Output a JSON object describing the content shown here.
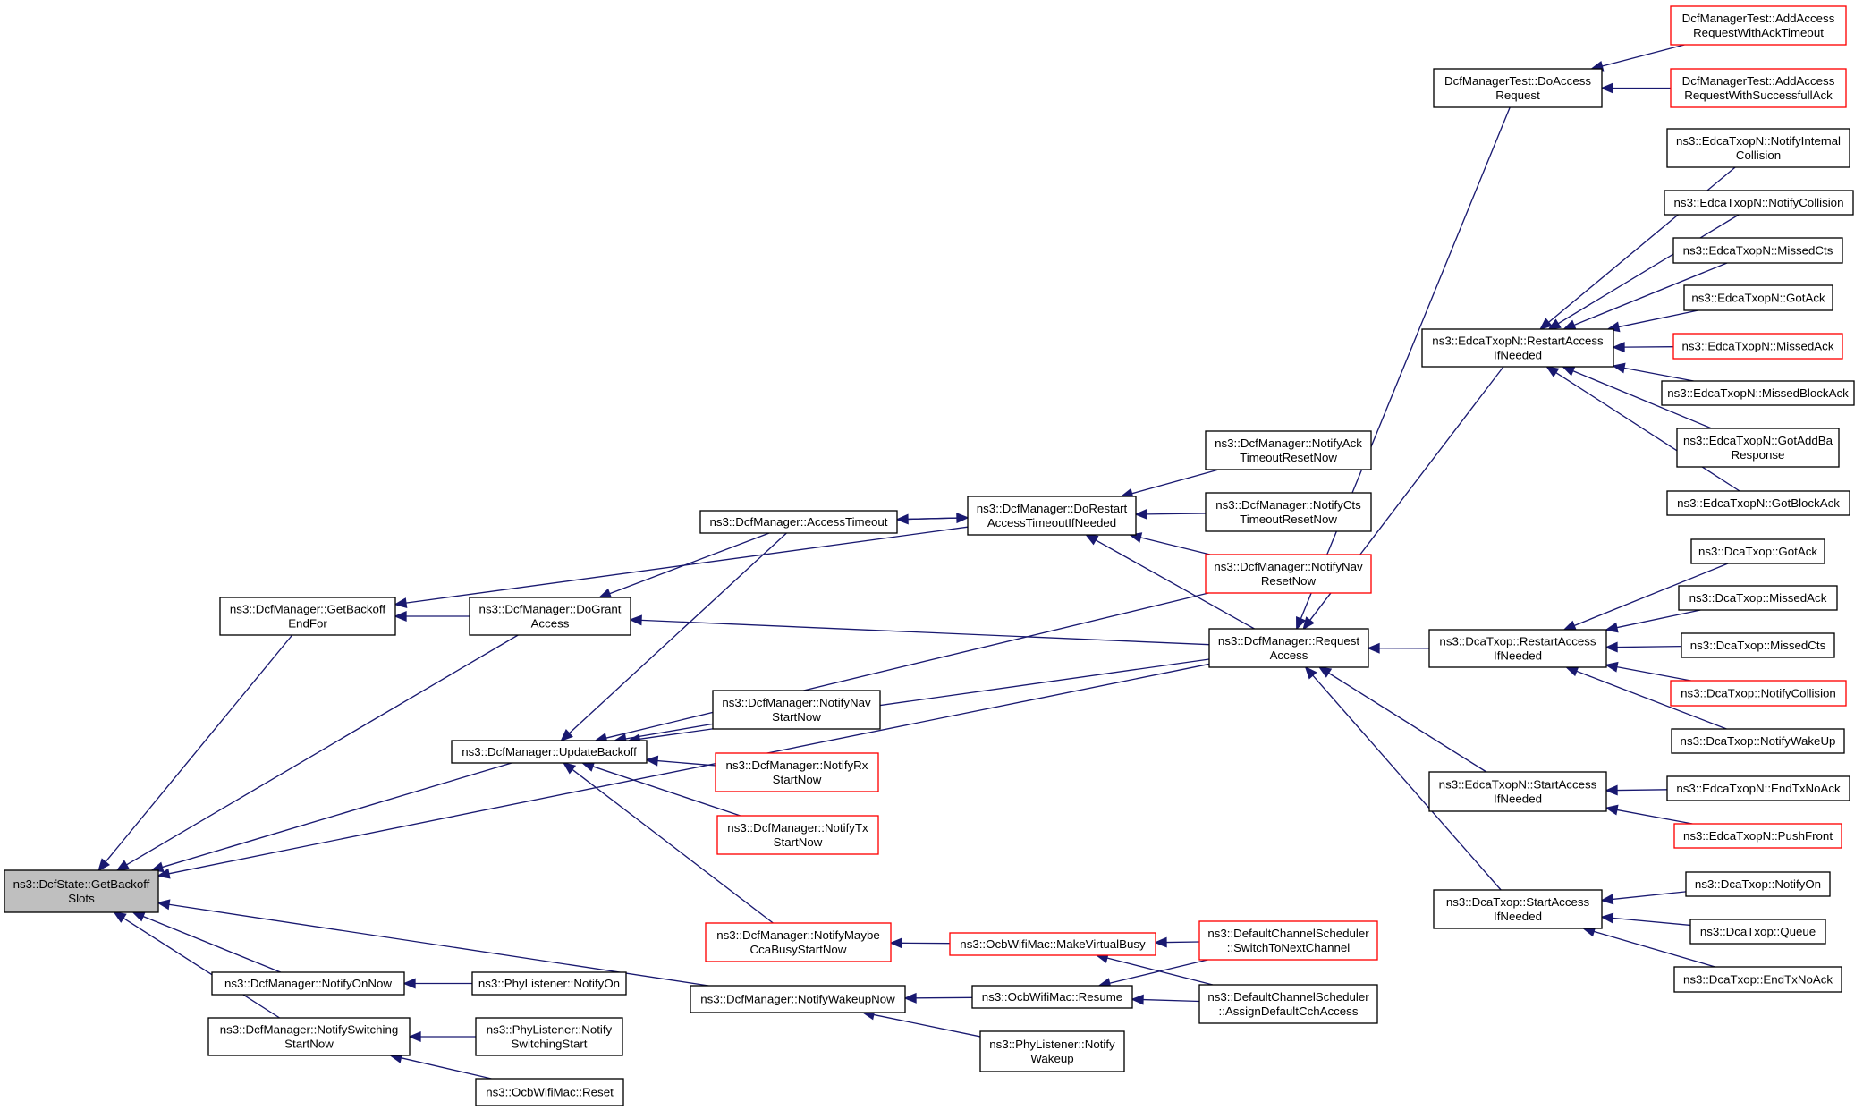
{
  "colors": {
    "edge": "#191970",
    "border_default": "#000000",
    "border_truncated": "#ff0000",
    "fill_default": "#ffffff",
    "fill_root": "#bfbfbf"
  },
  "nodes": [
    {
      "id": "root",
      "lines": [
        "ns3::DcfState::GetBackoff",
        "Slots"
      ],
      "style": "root"
    },
    {
      "id": "getBackoffEndFor",
      "lines": [
        "ns3::DcfManager::GetBackoff",
        "EndFor"
      ],
      "style": "normal"
    },
    {
      "id": "doGrantAccess",
      "lines": [
        "ns3::DcfManager::DoGrant",
        "Access"
      ],
      "style": "normal"
    },
    {
      "id": "updateBackoff",
      "lines": [
        "ns3::DcfManager::UpdateBackoff"
      ],
      "style": "normal"
    },
    {
      "id": "notifyOnNow",
      "lines": [
        "ns3::DcfManager::NotifyOnNow"
      ],
      "style": "normal"
    },
    {
      "id": "notifySwitchingStartNow",
      "lines": [
        "ns3::DcfManager::NotifySwitching",
        "StartNow"
      ],
      "style": "normal"
    },
    {
      "id": "accessTimeout",
      "lines": [
        "ns3::DcfManager::AccessTimeout"
      ],
      "style": "normal"
    },
    {
      "id": "doRestartAccessTimeout",
      "lines": [
        "ns3::DcfManager::DoRestart",
        "AccessTimeoutIfNeeded"
      ],
      "style": "normal"
    },
    {
      "id": "notifyNavStartNow",
      "lines": [
        "ns3::DcfManager::NotifyNav",
        "StartNow"
      ],
      "style": "normal"
    },
    {
      "id": "notifyRxStartNow",
      "lines": [
        "ns3::DcfManager::NotifyRx",
        "StartNow"
      ],
      "style": "truncated"
    },
    {
      "id": "notifyTxStartNow",
      "lines": [
        "ns3::DcfManager::NotifyTx",
        "StartNow"
      ],
      "style": "truncated"
    },
    {
      "id": "notifyMaybeCcaBusy",
      "lines": [
        "ns3::DcfManager::NotifyMaybe",
        "CcaBusyStartNow"
      ],
      "style": "truncated"
    },
    {
      "id": "notifyWakeupNow",
      "lines": [
        "ns3::DcfManager::NotifyWakeupNow"
      ],
      "style": "normal"
    },
    {
      "id": "phyNotifyOn",
      "lines": [
        "ns3::PhyListener::NotifyOn"
      ],
      "style": "normal"
    },
    {
      "id": "phyNotifySwitchingStart",
      "lines": [
        "ns3::PhyListener::Notify",
        "SwitchingStart"
      ],
      "style": "normal"
    },
    {
      "id": "ocbReset",
      "lines": [
        "ns3::OcbWifiMac::Reset"
      ],
      "style": "normal"
    },
    {
      "id": "ocbMakeVirtualBusy",
      "lines": [
        "ns3::OcbWifiMac::MakeVirtualBusy"
      ],
      "style": "truncated"
    },
    {
      "id": "ocbResume",
      "lines": [
        "ns3::OcbWifiMac::Resume"
      ],
      "style": "normal"
    },
    {
      "id": "phyNotifyWakeup",
      "lines": [
        "ns3::PhyListener::Notify",
        "Wakeup"
      ],
      "style": "normal"
    },
    {
      "id": "notifyAckTimeoutReset",
      "lines": [
        "ns3::DcfManager::NotifyAck",
        "TimeoutResetNow"
      ],
      "style": "normal"
    },
    {
      "id": "notifyCtsTimeoutReset",
      "lines": [
        "ns3::DcfManager::NotifyCts",
        "TimeoutResetNow"
      ],
      "style": "normal"
    },
    {
      "id": "notifyNavResetNow",
      "lines": [
        "ns3::DcfManager::NotifyNav",
        "ResetNow"
      ],
      "style": "truncated"
    },
    {
      "id": "requestAccess",
      "lines": [
        "ns3::DcfManager::Request",
        "Access"
      ],
      "style": "normal"
    },
    {
      "id": "switchToNextChannel",
      "lines": [
        "ns3::DefaultChannelScheduler",
        "::SwitchToNextChannel"
      ],
      "style": "truncated"
    },
    {
      "id": "assignDefaultCch",
      "lines": [
        "ns3::DefaultChannelScheduler",
        "::AssignDefaultCchAccess"
      ],
      "style": "normal"
    },
    {
      "id": "dcfTestDoAccessRequest",
      "lines": [
        "DcfManagerTest::DoAccess",
        "Request"
      ],
      "style": "normal"
    },
    {
      "id": "edcaRestartAccess",
      "lines": [
        "ns3::EdcaTxopN::RestartAccess",
        "IfNeeded"
      ],
      "style": "normal"
    },
    {
      "id": "dcaRestartAccess",
      "lines": [
        "ns3::DcaTxop::RestartAccess",
        "IfNeeded"
      ],
      "style": "normal"
    },
    {
      "id": "edcaStartAccess",
      "lines": [
        "ns3::EdcaTxopN::StartAccess",
        "IfNeeded"
      ],
      "style": "normal"
    },
    {
      "id": "dcaStartAccess",
      "lines": [
        "ns3::DcaTxop::StartAccess",
        "IfNeeded"
      ],
      "style": "normal"
    },
    {
      "id": "testAddAckTimeout",
      "lines": [
        "DcfManagerTest::AddAccess",
        "RequestWithAckTimeout"
      ],
      "style": "truncated"
    },
    {
      "id": "testAddSuccessfullAck",
      "lines": [
        "DcfManagerTest::AddAccess",
        "RequestWithSuccessfullAck"
      ],
      "style": "truncated"
    },
    {
      "id": "edcaNotifyInternalCollision",
      "lines": [
        "ns3::EdcaTxopN::NotifyInternal",
        "Collision"
      ],
      "style": "normal"
    },
    {
      "id": "edcaNotifyCollision",
      "lines": [
        "ns3::EdcaTxopN::NotifyCollision"
      ],
      "style": "normal"
    },
    {
      "id": "edcaMissedCts",
      "lines": [
        "ns3::EdcaTxopN::MissedCts"
      ],
      "style": "normal"
    },
    {
      "id": "edcaGotAck",
      "lines": [
        "ns3::EdcaTxopN::GotAck"
      ],
      "style": "normal"
    },
    {
      "id": "edcaMissedAck",
      "lines": [
        "ns3::EdcaTxopN::MissedAck"
      ],
      "style": "truncated"
    },
    {
      "id": "edcaMissedBlockAck",
      "lines": [
        "ns3::EdcaTxopN::MissedBlockAck"
      ],
      "style": "normal"
    },
    {
      "id": "edcaGotAddBaResponse",
      "lines": [
        "ns3::EdcaTxopN::GotAddBa",
        "Response"
      ],
      "style": "normal"
    },
    {
      "id": "edcaGotBlockAck",
      "lines": [
        "ns3::EdcaTxopN::GotBlockAck"
      ],
      "style": "normal"
    },
    {
      "id": "dcaGotAck",
      "lines": [
        "ns3::DcaTxop::GotAck"
      ],
      "style": "normal"
    },
    {
      "id": "dcaMissedAck",
      "lines": [
        "ns3::DcaTxop::MissedAck"
      ],
      "style": "normal"
    },
    {
      "id": "dcaMissedCts",
      "lines": [
        "ns3::DcaTxop::MissedCts"
      ],
      "style": "normal"
    },
    {
      "id": "dcaNotifyCollision",
      "lines": [
        "ns3::DcaTxop::NotifyCollision"
      ],
      "style": "truncated"
    },
    {
      "id": "dcaNotifyWakeUp",
      "lines": [
        "ns3::DcaTxop::NotifyWakeUp"
      ],
      "style": "normal"
    },
    {
      "id": "edcaEndTxNoAck",
      "lines": [
        "ns3::EdcaTxopN::EndTxNoAck"
      ],
      "style": "normal"
    },
    {
      "id": "edcaPushFront",
      "lines": [
        "ns3::EdcaTxopN::PushFront"
      ],
      "style": "truncated"
    },
    {
      "id": "dcaNotifyOn",
      "lines": [
        "ns3::DcaTxop::NotifyOn"
      ],
      "style": "normal"
    },
    {
      "id": "dcaQueue",
      "lines": [
        "ns3::DcaTxop::Queue"
      ],
      "style": "normal"
    },
    {
      "id": "dcaEndTxNoAck",
      "lines": [
        "ns3::DcaTxop::EndTxNoAck"
      ],
      "style": "normal"
    }
  ],
  "edges": [
    [
      "getBackoffEndFor",
      "root"
    ],
    [
      "doGrantAccess",
      "root"
    ],
    [
      "updateBackoff",
      "root"
    ],
    [
      "requestAccess",
      "root"
    ],
    [
      "notifyOnNow",
      "root"
    ],
    [
      "notifySwitchingStartNow",
      "root"
    ],
    [
      "notifyWakeupNow",
      "root"
    ],
    [
      "doGrantAccess",
      "getBackoffEndFor"
    ],
    [
      "doRestartAccessTimeout",
      "getBackoffEndFor"
    ],
    [
      "accessTimeout",
      "doGrantAccess"
    ],
    [
      "requestAccess",
      "doGrantAccess"
    ],
    [
      "doRestartAccessTimeout",
      "accessTimeout"
    ],
    [
      "accessTimeout",
      "doRestartAccessTimeout"
    ],
    [
      "accessTimeout",
      "updateBackoff"
    ],
    [
      "notifyNavResetNow",
      "updateBackoff"
    ],
    [
      "requestAccess",
      "updateBackoff"
    ],
    [
      "notifyNavStartNow",
      "updateBackoff"
    ],
    [
      "notifyRxStartNow",
      "updateBackoff"
    ],
    [
      "notifyTxStartNow",
      "updateBackoff"
    ],
    [
      "notifyMaybeCcaBusy",
      "updateBackoff"
    ],
    [
      "notifyAckTimeoutReset",
      "doRestartAccessTimeout"
    ],
    [
      "notifyCtsTimeoutReset",
      "doRestartAccessTimeout"
    ],
    [
      "notifyNavResetNow",
      "doRestartAccessTimeout"
    ],
    [
      "requestAccess",
      "doRestartAccessTimeout"
    ],
    [
      "dcfTestDoAccessRequest",
      "requestAccess"
    ],
    [
      "edcaRestartAccess",
      "requestAccess"
    ],
    [
      "dcaRestartAccess",
      "requestAccess"
    ],
    [
      "edcaStartAccess",
      "requestAccess"
    ],
    [
      "dcaStartAccess",
      "requestAccess"
    ],
    [
      "testAddAckTimeout",
      "dcfTestDoAccessRequest"
    ],
    [
      "testAddSuccessfullAck",
      "dcfTestDoAccessRequest"
    ],
    [
      "edcaNotifyInternalCollision",
      "edcaRestartAccess"
    ],
    [
      "edcaNotifyCollision",
      "edcaRestartAccess"
    ],
    [
      "edcaMissedCts",
      "edcaRestartAccess"
    ],
    [
      "edcaGotAck",
      "edcaRestartAccess"
    ],
    [
      "edcaMissedAck",
      "edcaRestartAccess"
    ],
    [
      "edcaMissedBlockAck",
      "edcaRestartAccess"
    ],
    [
      "edcaGotAddBaResponse",
      "edcaRestartAccess"
    ],
    [
      "edcaGotBlockAck",
      "edcaRestartAccess"
    ],
    [
      "dcaGotAck",
      "dcaRestartAccess"
    ],
    [
      "dcaMissedAck",
      "dcaRestartAccess"
    ],
    [
      "dcaMissedCts",
      "dcaRestartAccess"
    ],
    [
      "dcaNotifyCollision",
      "dcaRestartAccess"
    ],
    [
      "dcaNotifyWakeUp",
      "dcaRestartAccess"
    ],
    [
      "edcaEndTxNoAck",
      "edcaStartAccess"
    ],
    [
      "edcaPushFront",
      "edcaStartAccess"
    ],
    [
      "dcaNotifyOn",
      "dcaStartAccess"
    ],
    [
      "dcaQueue",
      "dcaStartAccess"
    ],
    [
      "dcaEndTxNoAck",
      "dcaStartAccess"
    ],
    [
      "phyNotifyOn",
      "notifyOnNow"
    ],
    [
      "phyNotifySwitchingStart",
      "notifySwitchingStartNow"
    ],
    [
      "ocbReset",
      "notifySwitchingStartNow"
    ],
    [
      "ocbMakeVirtualBusy",
      "notifyMaybeCcaBusy"
    ],
    [
      "switchToNextChannel",
      "ocbMakeVirtualBusy"
    ],
    [
      "assignDefaultCch",
      "ocbMakeVirtualBusy"
    ],
    [
      "ocbResume",
      "notifyWakeupNow"
    ],
    [
      "phyNotifyWakeup",
      "notifyWakeupNow"
    ],
    [
      "switchToNextChannel",
      "ocbResume"
    ],
    [
      "assignDefaultCch",
      "ocbResume"
    ]
  ]
}
